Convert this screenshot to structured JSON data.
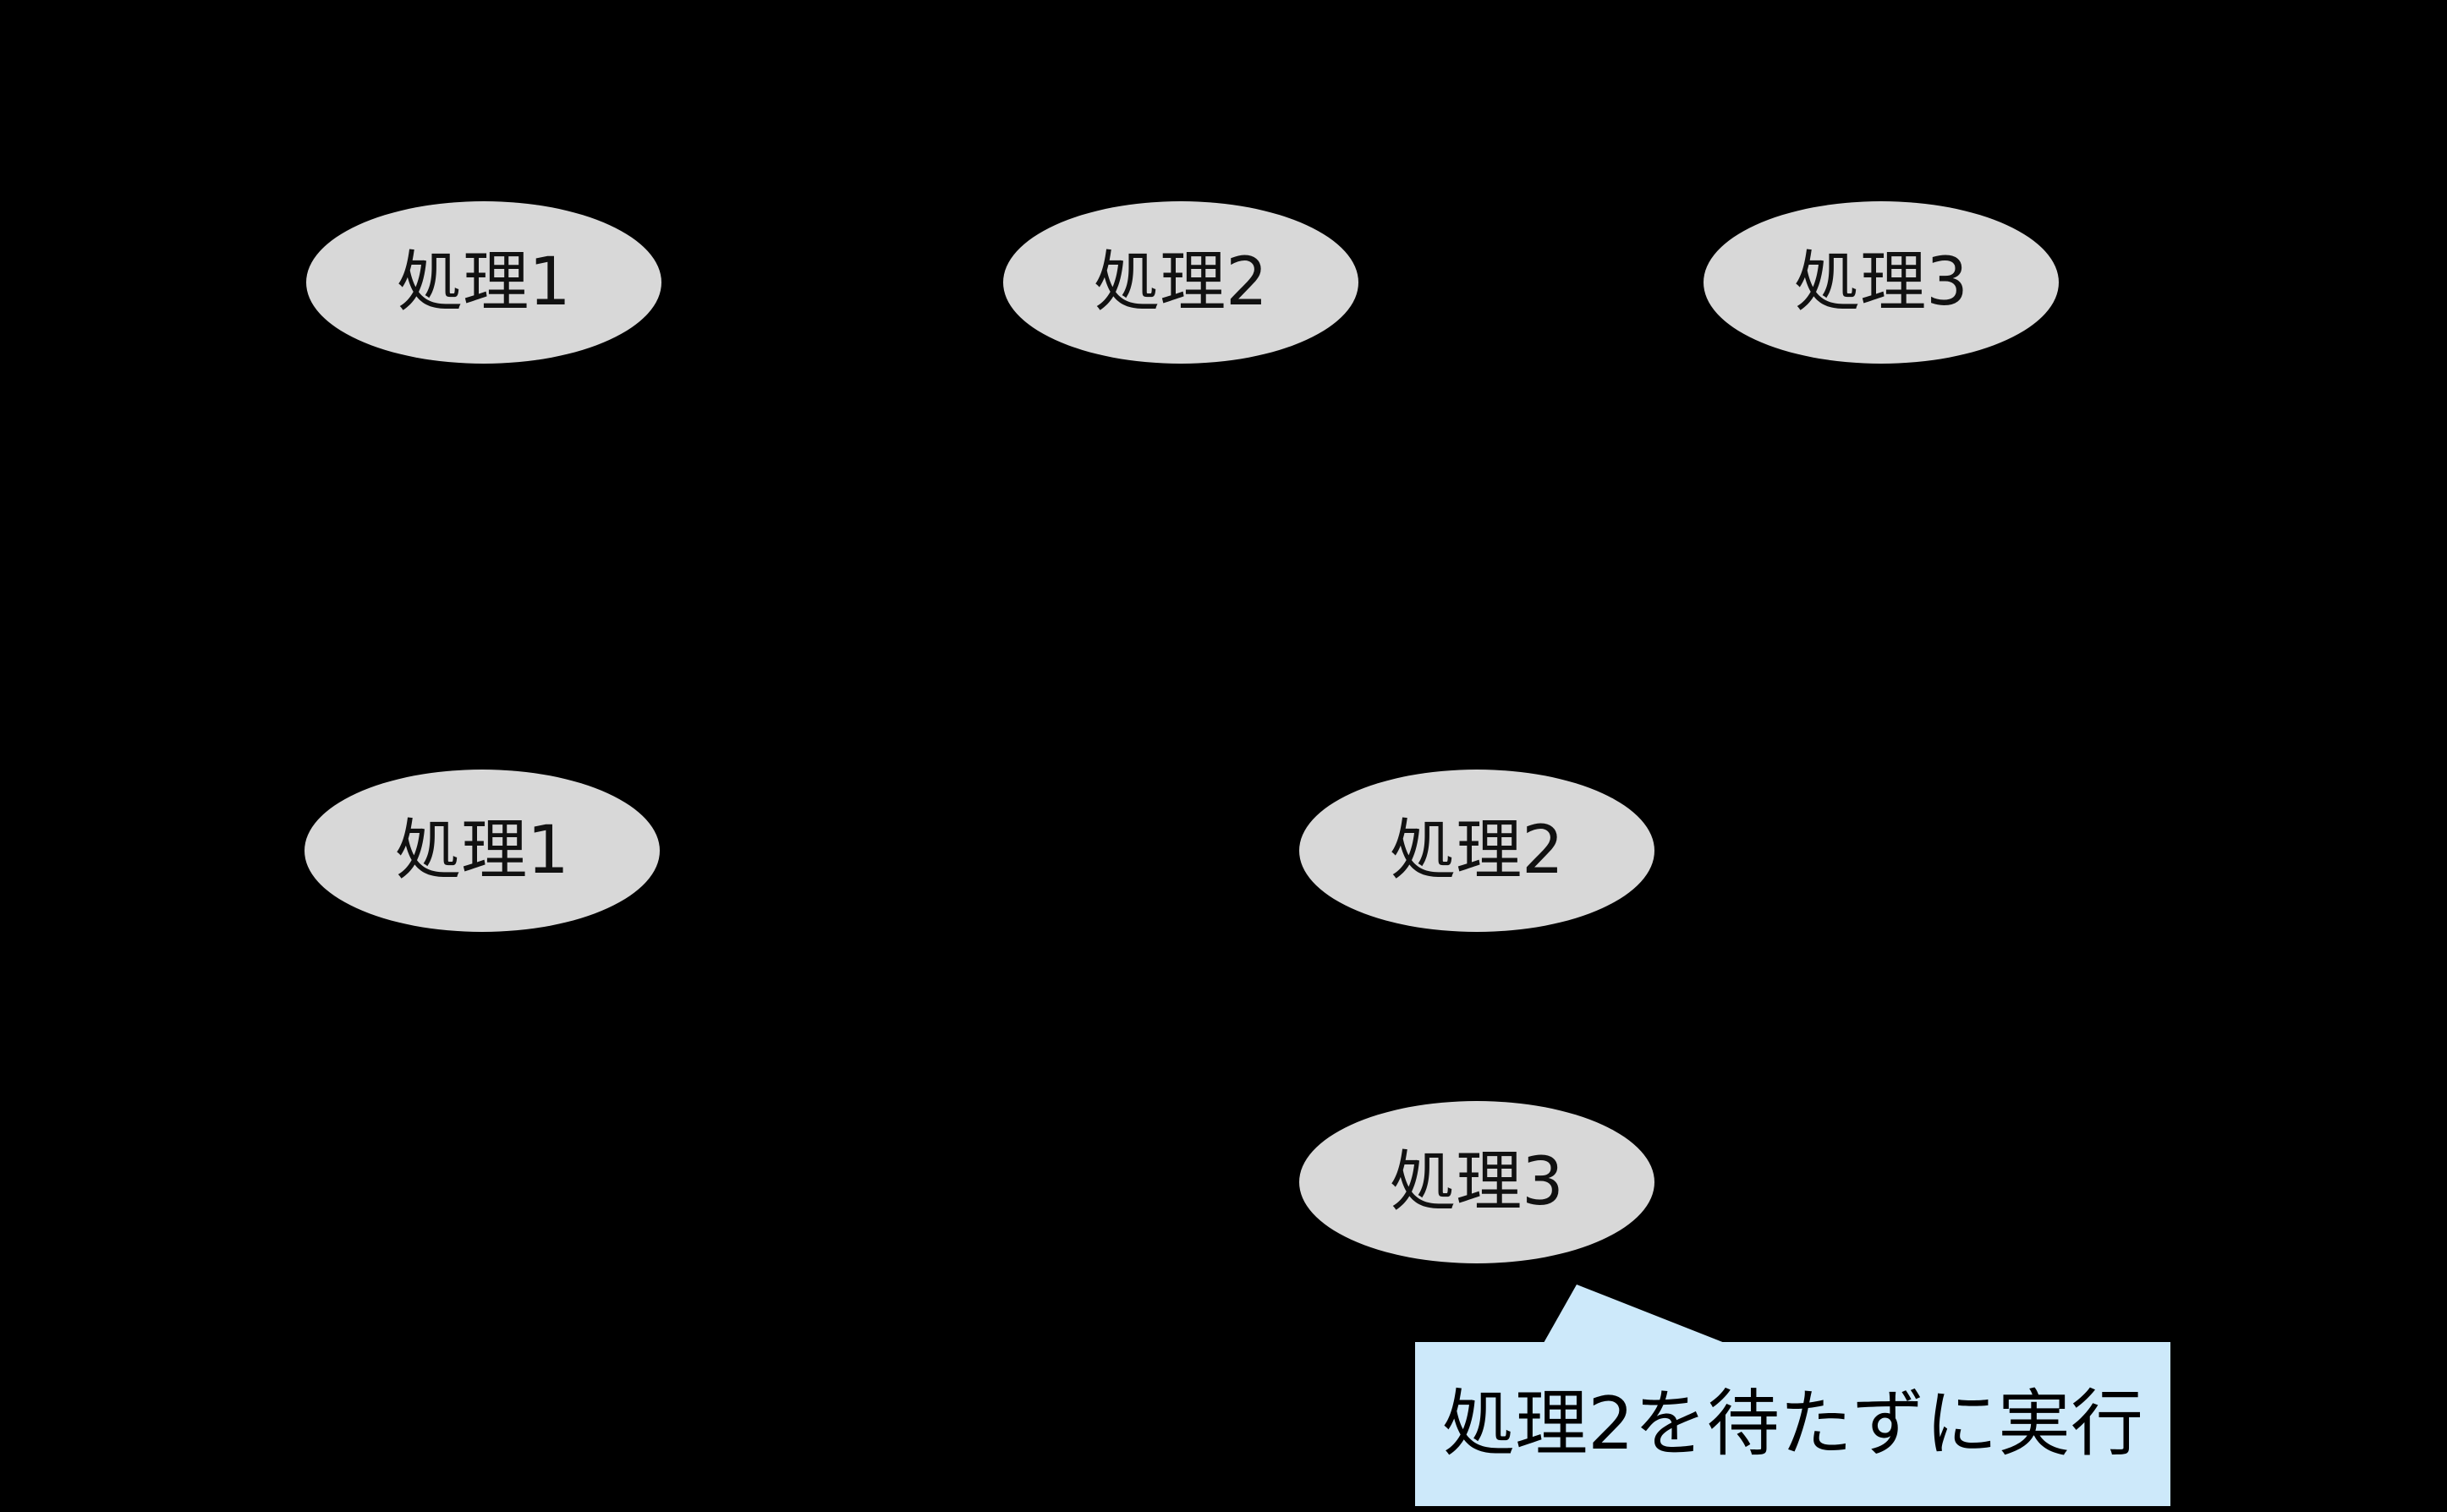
{
  "colors": {
    "background": "#000000",
    "node_fill": "#d8d8d8",
    "node_text": "#111111",
    "callout_fill": "#cde9fa",
    "callout_text": "#000000"
  },
  "diagram": {
    "nodes": [
      {
        "label": "処理1",
        "row": "top"
      },
      {
        "label": "処理2",
        "row": "top"
      },
      {
        "label": "処理3",
        "row": "top"
      },
      {
        "label": "処理1",
        "row": "bottom"
      },
      {
        "label": "処理2",
        "row": "bottom"
      },
      {
        "label": "処理3",
        "row": "bottom"
      }
    ],
    "callout": {
      "label": "処理2を待たずに実行"
    }
  }
}
